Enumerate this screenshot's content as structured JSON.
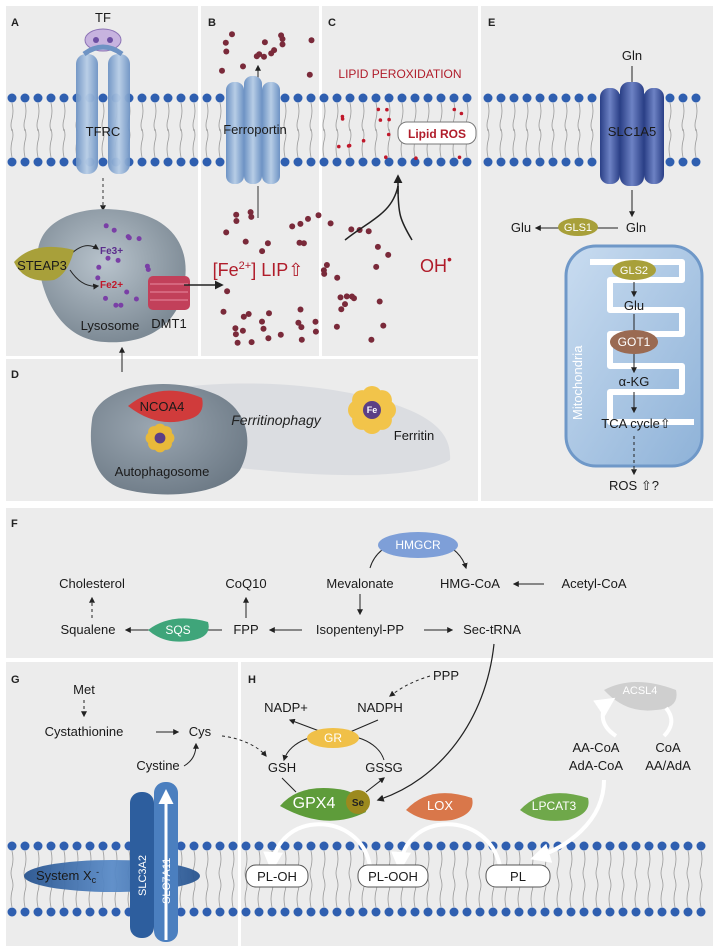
{
  "panels": {
    "a": "A",
    "b": "B",
    "c": "C",
    "d": "D",
    "e": "E",
    "f": "F",
    "g": "G",
    "h": "H"
  },
  "panel_a": {
    "tf": "TF",
    "tfrc": "TFRC",
    "fe3": "Fe3+",
    "fe2": "Fe2+",
    "steap3": "STEAP3",
    "dmt1": "DMT1",
    "lysosome": "Lysosome"
  },
  "panel_b": {
    "ferroportin": "Ferroportin",
    "lip_prefix": "[Fe",
    "lip_sup": "2+",
    "lip_suffix": "] LIP⇧"
  },
  "panel_c": {
    "title": "LIPID PEROXIDATION",
    "lipid_ros": "Lipid ROS",
    "oh": "OH",
    "oh_dot": "•"
  },
  "panel_d": {
    "ncoa4": "NCOA4",
    "autophagosome": "Autophagosome",
    "ferritinophagy": "Ferritinophagy",
    "ferritin": "Ferritin",
    "fe": "Fe"
  },
  "panel_e": {
    "gln_top": "Gln",
    "slc1a5": "SLC1A5",
    "glu_left": "Glu",
    "gls1": "GLS1",
    "gln_mid": "Gln",
    "gls2": "GLS2",
    "glu_inner": "Glu",
    "got1": "GOT1",
    "akg": "α-KG",
    "tca": "TCA cycle⇧",
    "mito": "Mitochondria",
    "ros": "ROS ⇧?"
  },
  "panel_f": {
    "hmgcr": "HMGCR",
    "mevalonate": "Mevalonate",
    "hmgcoa": "HMG-CoA",
    "acetylcoa": "Acetyl-CoA",
    "cholesterol": "Cholesterol",
    "coq10": "CoQ10",
    "squalene": "Squalene",
    "sqs": "SQS",
    "fpp": "FPP",
    "ipp": "Isopentenyl-PP",
    "sectrna": "Sec-tRNA"
  },
  "panel_g": {
    "met": "Met",
    "cystathionine": "Cystathionine",
    "cys": "Cys",
    "cystine": "Cystine",
    "system": "System X",
    "system_sub": "c",
    "system_sup": "-",
    "slc3a2": "SLC3A2",
    "slc7a11": "SLC7A11"
  },
  "panel_h": {
    "ppp": "PPP",
    "nadp": "NADP+",
    "nadph": "NADPH",
    "gr": "GR",
    "gsh": "GSH",
    "gssg": "GSSG",
    "gpx4": "GPX4",
    "se": "Se",
    "lox": "LOX",
    "lpcat3": "LPCAT3",
    "acsl4": "ACSL4",
    "aacoa": "AA-CoA",
    "adacoa": "AdA-CoA",
    "coa": "CoA",
    "aaada": "AA/AdA",
    "ploh": "PL-OH",
    "plooh": "PL-OOH",
    "pl": "PL"
  },
  "colors": {
    "panel_bg": "#ececec",
    "membrane_head": "#2f5fb0",
    "transporter": "#8fb0d6",
    "iron_particle": "#7a2a3a",
    "red_text": "#b01c2a",
    "olive": "#a8a03a",
    "rose": "#c2405a",
    "gpx4": "#5e9c3a",
    "lox": "#d9774a",
    "acsl4": "#cfcfcf",
    "mito": "#a9c6e6",
    "got1": "#9a6a52",
    "hmgcr": "#7e9fd8",
    "sqs": "#3fa57a",
    "gr": "#f0c048",
    "lpcat3": "#6fa84a",
    "system_xc": "#3d6fb0"
  }
}
